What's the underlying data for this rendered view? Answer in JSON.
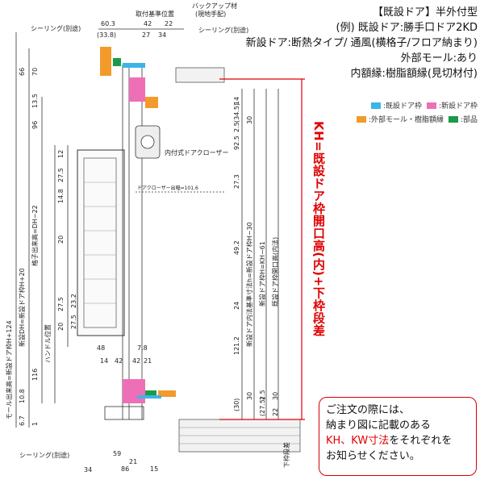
{
  "header": {
    "title": "【既設ドア】半外付型",
    "line2": "(例) 既設ドア:勝手口ドア2KD",
    "line3": "新設ドア:断熱タイプ/ 通風(横格子/フロア納まり)",
    "line4": "外部モール:あり",
    "line5": "内額縁:樹脂額縁(見切材付)"
  },
  "legend": [
    {
      "label": ":既設ドア枠",
      "color": "#3db4e5"
    },
    {
      "label": ":新設ドア枠",
      "color": "#ee6fb6"
    },
    {
      "label": ":外部モール・樹脂額縁",
      "color": "#f39a2b"
    },
    {
      "label": ":部品",
      "color": "#1a9b4a"
    }
  ],
  "kh_label": "KH=既設ドア枠開口高(内)+下枠段差",
  "notice": {
    "line1": "ご注文の際には、",
    "line2": "納まり図に記載のある",
    "line3_highlight": "KH、KW寸法",
    "line3_rest": "をそれぞれを",
    "line4": "お知らせください。"
  },
  "annotations": {
    "top_ref": "取付基準位置",
    "backup": "バックアップ材",
    "backup_sub": "(現地手配)",
    "sealing_top_left": "シーリング(別途)",
    "sealing_top_right": "シーリング(別途)",
    "sealing_bottom": "シーリング(別途)",
    "door_closer": "内付式ドアクローザー",
    "door_closer_out": "ドアクローザー出幅=101.6",
    "sill_step": "下枠段差"
  },
  "dims_top": {
    "d1": "60.3",
    "d2": "42",
    "d3": "22",
    "d4": "27",
    "d5": "34",
    "d6": "(33.8)"
  },
  "dims_left_col1": {
    "a": "66",
    "b": "70",
    "c": "96",
    "d": "13.5",
    "e": "10.8",
    "f": "116",
    "g": "6.7",
    "h": "1"
  },
  "dims_left_col2": {
    "a": "12",
    "b": "27.5",
    "c": "14.8",
    "d": "20",
    "e": "27.5",
    "f": "23.2",
    "g": "27.5",
    "h": "20",
    "i": "48",
    "j": "14",
    "k": "42",
    "l": "42",
    "m": "7.8",
    "n": "21"
  },
  "dims_bottom": {
    "a": "34",
    "b": "59",
    "c": "86",
    "d": "21",
    "e": "15"
  },
  "dims_right": {
    "a": "14",
    "b": "(34.5)",
    "c": "2.5",
    "d": "30",
    "e": "92.5",
    "f": "27.3",
    "g": "49.2",
    "h": "24",
    "i": "121.2",
    "j": "30",
    "k": "2.5",
    "l": "(30)",
    "m": "(27.5)",
    "n": "22",
    "o": "30"
  },
  "vertical_labels": {
    "v1": "モール出来高=新設ドア枠H+124",
    "v2": "新設DH=新設ドア枠H+20",
    "v3": "格子出来高=DH−22",
    "v4": "ハンドル位置",
    "v5": "新設ドア内法基準寸法h=新設ドア枠H−30",
    "v6": "新設ドア枠H=KH−61",
    "v7": "既設ドア枠開口高(内法)"
  }
}
